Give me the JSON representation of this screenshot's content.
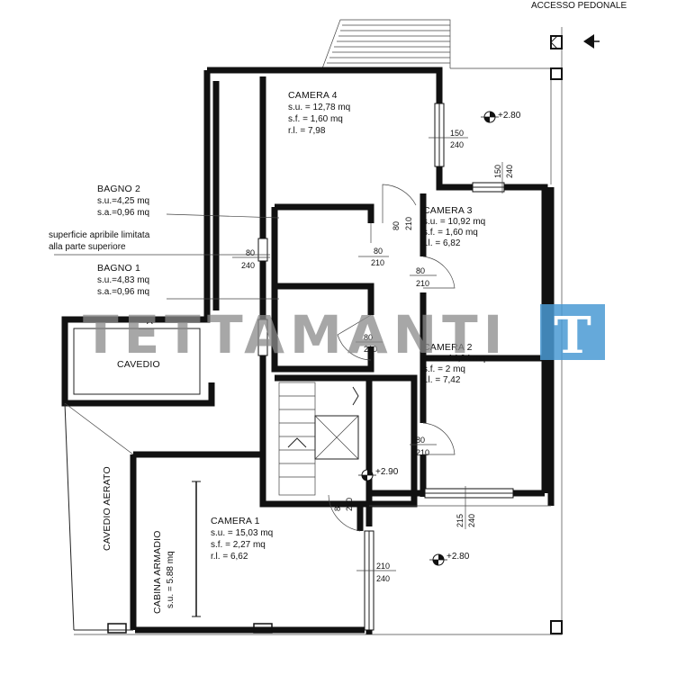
{
  "header": {
    "access_label": "ACCESSO PEDONALE"
  },
  "watermark": {
    "text": "TETTAMANTI",
    "logo_letter": "T",
    "logo_color": "#4a9ad4"
  },
  "rooms": {
    "camera4": {
      "title": "CAMERA 4",
      "su": "s.u. = 12,78 mq",
      "sf": "s.f. = 1,60 mq",
      "rl": "r.l. = 7,98"
    },
    "camera3": {
      "title": "CAMERA 3",
      "su": "s.u. = 10,92 mq",
      "sf": "s.f. = 1,60 mq",
      "rl": "r.l. = 6,82"
    },
    "camera2": {
      "title": "CAMERA 2",
      "su": "s.u. = 14,84 mq",
      "sf": "s.f. = 2 mq",
      "rl": "r.l. = 7,42"
    },
    "camera1": {
      "title": "CAMERA 1",
      "su": "s.u. = 15,03 mq",
      "sf": "s.f. = 2,27 mq",
      "rl": "r.l. = 6,62"
    },
    "bagno2": {
      "title": "BAGNO 2",
      "su": "s.u.=4,25 mq",
      "sa": "s.a.=0,96 mq"
    },
    "bagno1": {
      "title": "BAGNO 1",
      "su": "s.u.=4,83 mq",
      "sa": "s.a.=0,96 mq"
    },
    "cavedio": {
      "title": "CAVEDIO",
      "marker": "A"
    },
    "cavedio_aerato": {
      "title": "CAVEDIO AERATO"
    },
    "cabina": {
      "title": "CABINA ARMADIO",
      "su": "s.u. = 5.88 mq"
    }
  },
  "notes": {
    "line1": "superficie apribile limitata",
    "line2": "alla parte superiore"
  },
  "levels": {
    "l1": "+2.80",
    "l2": "+2.90",
    "l3": "+2.80"
  },
  "openings": {
    "win_c4_w": "150",
    "win_c4_h": "240",
    "win_c3_w": "150",
    "win_c3_h": "240",
    "win_bath_w": "80",
    "win_bath_h": "240",
    "door_c4_w": "80",
    "door_c4_h": "210",
    "door_b2_w": "80",
    "door_b2_h": "210",
    "door_c3_w": "80",
    "door_c3_h": "210",
    "door_b1_w": "80",
    "door_b1_h": "210",
    "door_c2_w": "80",
    "door_c2_h": "210",
    "door_c1_w": "80",
    "door_c1_h": "210",
    "win_c2_w": "215",
    "win_c2_h": "240",
    "win_c1_w": "210",
    "win_c1_h": "240"
  }
}
